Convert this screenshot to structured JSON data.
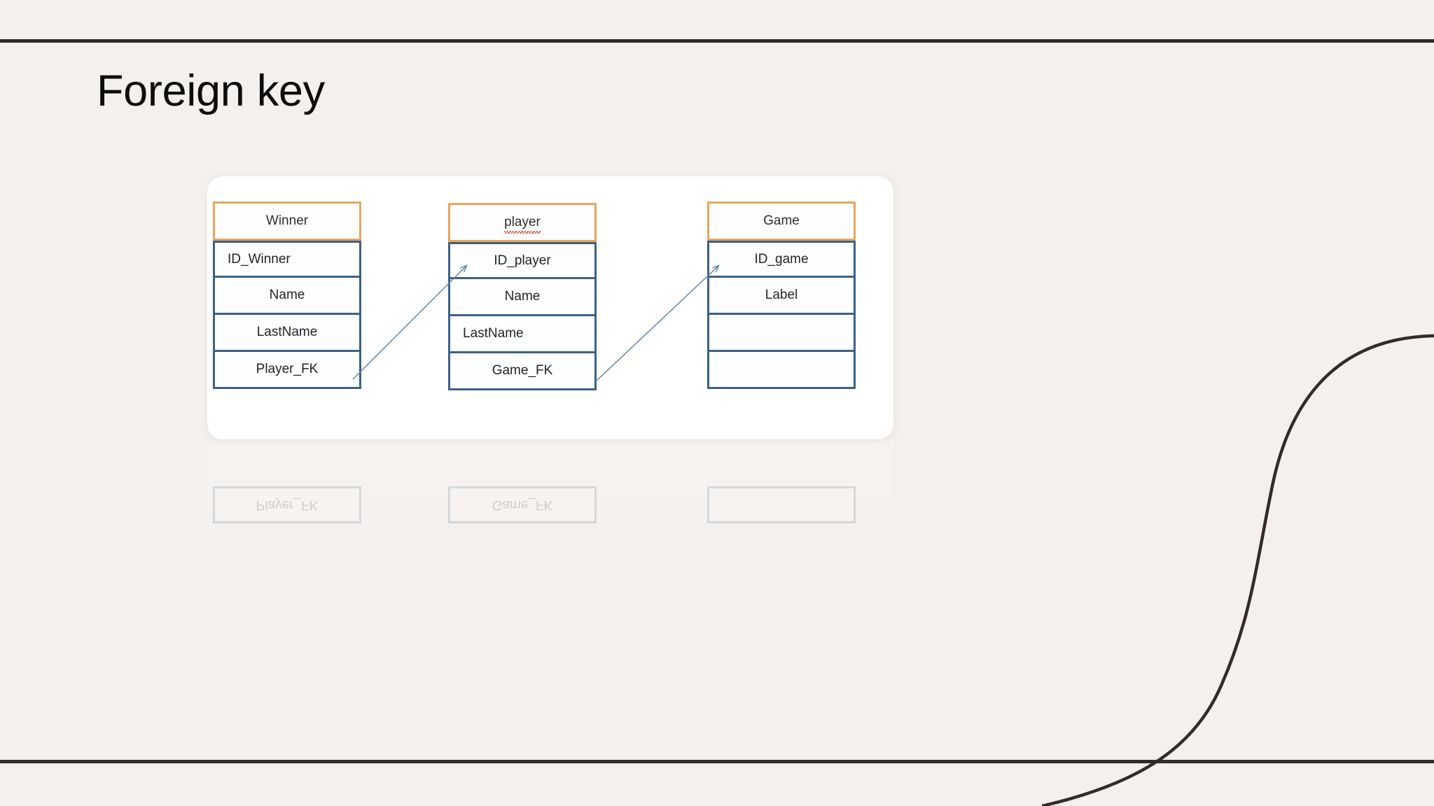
{
  "slide": {
    "title": "Foreign key",
    "background_color": "#f4f0ed",
    "rule_color": "#332b2b",
    "accent_header_color": "#e8a55c",
    "accent_body_color": "#3c6186",
    "spellcheck_color": "#c0392b"
  },
  "diagram": {
    "type": "entity-relationship",
    "tables": [
      {
        "name": "Winner",
        "misspelled": false,
        "rows": [
          {
            "label": "ID_Winner",
            "align": "left"
          },
          {
            "label": "Name",
            "align": "center"
          },
          {
            "label": "LastName",
            "align": "center"
          },
          {
            "label": "Player_FK",
            "align": "center"
          }
        ]
      },
      {
        "name": "player",
        "misspelled": true,
        "rows": [
          {
            "label": "ID_player",
            "align": "center"
          },
          {
            "label": "Name",
            "align": "center"
          },
          {
            "label": "LastName",
            "align": "left"
          },
          {
            "label": "Game_FK",
            "align": "center"
          }
        ]
      },
      {
        "name": "Game",
        "misspelled": false,
        "rows": [
          {
            "label": "ID_game",
            "align": "center"
          },
          {
            "label": "Label",
            "align": "center"
          },
          {
            "label": "",
            "align": "center"
          },
          {
            "label": "",
            "align": "center"
          }
        ]
      }
    ],
    "relationships": [
      {
        "from": "Winner.Player_FK",
        "to": "player.ID_player"
      },
      {
        "from": "player.Game_FK",
        "to": "Game.ID_game"
      }
    ],
    "ghost_rows": [
      "Player_FK",
      "Game_FK",
      ""
    ]
  }
}
